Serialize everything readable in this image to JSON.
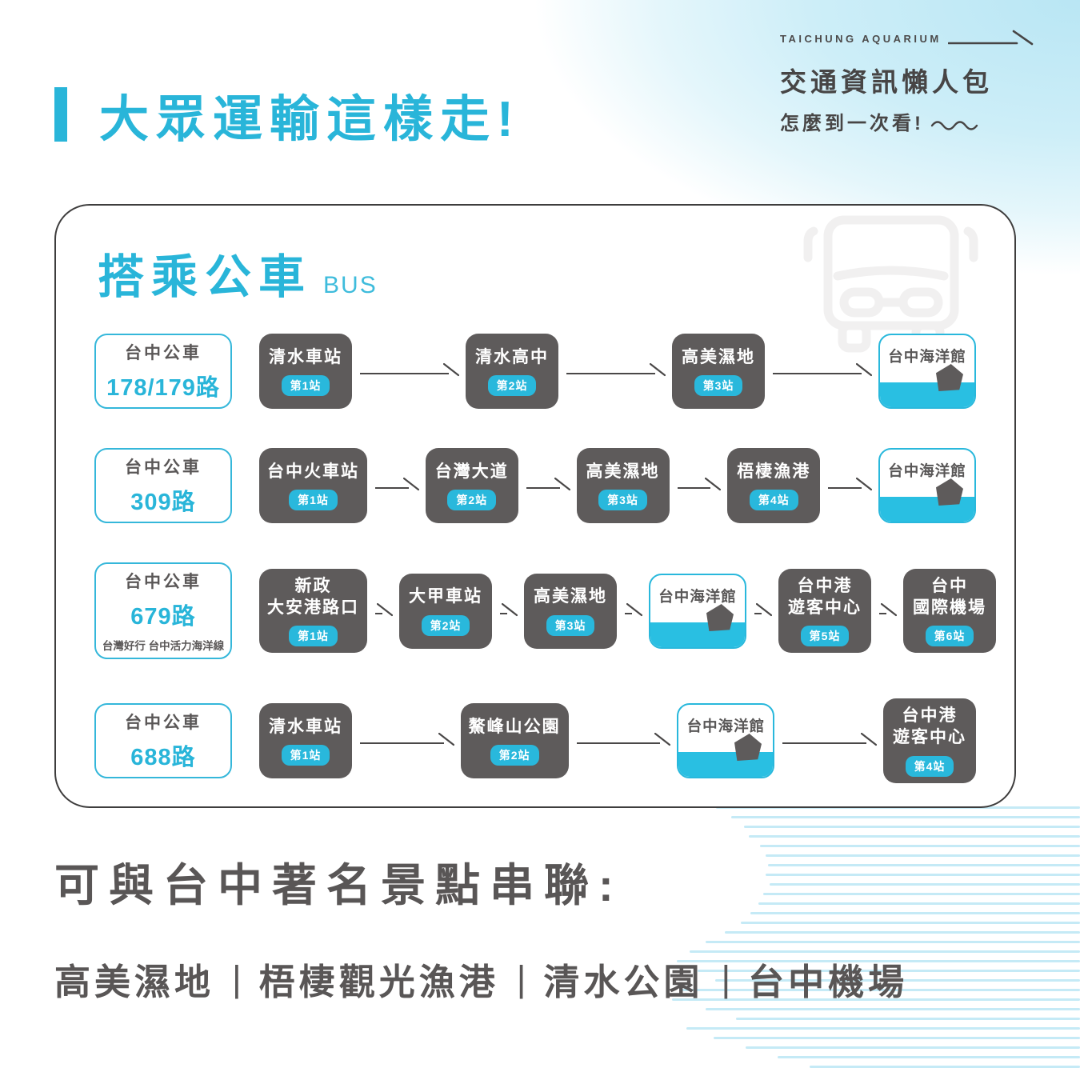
{
  "colors": {
    "accent": "#29b5d9",
    "station_box": "#5e5b5b",
    "water": "#29bfe2",
    "text_dark": "#595656",
    "stripe": "#c5eaf6"
  },
  "header": {
    "title": "大眾運輸這樣走!",
    "brand": "TAICHUNG AQUARIUM",
    "tagline": "交通資訊懶人包",
    "tagline2": "怎麼到一次看!"
  },
  "card": {
    "title": "搭乘公車",
    "title_en": "BUS"
  },
  "routes": [
    {
      "badge_operator": "台中公車",
      "badge_number": "178/179路",
      "stops": [
        {
          "type": "stop",
          "name": "清水車站",
          "tag": "第1站"
        },
        {
          "type": "stop",
          "name": "清水高中",
          "tag": "第2站"
        },
        {
          "type": "stop",
          "name": "高美濕地",
          "tag": "第3站"
        },
        {
          "type": "aquarium",
          "name": "台中海洋館"
        }
      ]
    },
    {
      "badge_operator": "台中公車",
      "badge_number": "309路",
      "stops": [
        {
          "type": "stop",
          "name": "台中火車站",
          "tag": "第1站"
        },
        {
          "type": "stop",
          "name": "台灣大道",
          "tag": "第2站"
        },
        {
          "type": "stop",
          "name": "高美濕地",
          "tag": "第3站"
        },
        {
          "type": "stop",
          "name": "梧棲漁港",
          "tag": "第4站"
        },
        {
          "type": "aquarium",
          "name": "台中海洋館"
        }
      ]
    },
    {
      "badge_operator": "台中公車",
      "badge_number": "679路",
      "badge_note": "台灣好行 台中活力海洋線",
      "stops": [
        {
          "type": "stop",
          "name": "新政\n大安港路口",
          "tag": "第1站"
        },
        {
          "type": "stop",
          "name": "大甲車站",
          "tag": "第2站"
        },
        {
          "type": "stop",
          "name": "高美濕地",
          "tag": "第3站"
        },
        {
          "type": "aquarium",
          "name": "台中海洋館"
        },
        {
          "type": "stop",
          "name": "台中港\n遊客中心",
          "tag": "第5站"
        },
        {
          "type": "stop",
          "name": "台中\n國際機場",
          "tag": "第6站"
        }
      ]
    },
    {
      "badge_operator": "台中公車",
      "badge_number": "688路",
      "stops": [
        {
          "type": "stop",
          "name": "清水車站",
          "tag": "第1站"
        },
        {
          "type": "stop",
          "name": "鰲峰山公園",
          "tag": "第2站"
        },
        {
          "type": "aquarium",
          "name": "台中海洋館"
        },
        {
          "type": "stop",
          "name": "台中港\n遊客中心",
          "tag": "第4站"
        }
      ]
    }
  ],
  "footer": {
    "heading": "可與台中著名景點串聯:",
    "separator": "|",
    "spots": [
      "高美濕地",
      "梧棲觀光漁港",
      "清水公園",
      "台中機場"
    ]
  }
}
